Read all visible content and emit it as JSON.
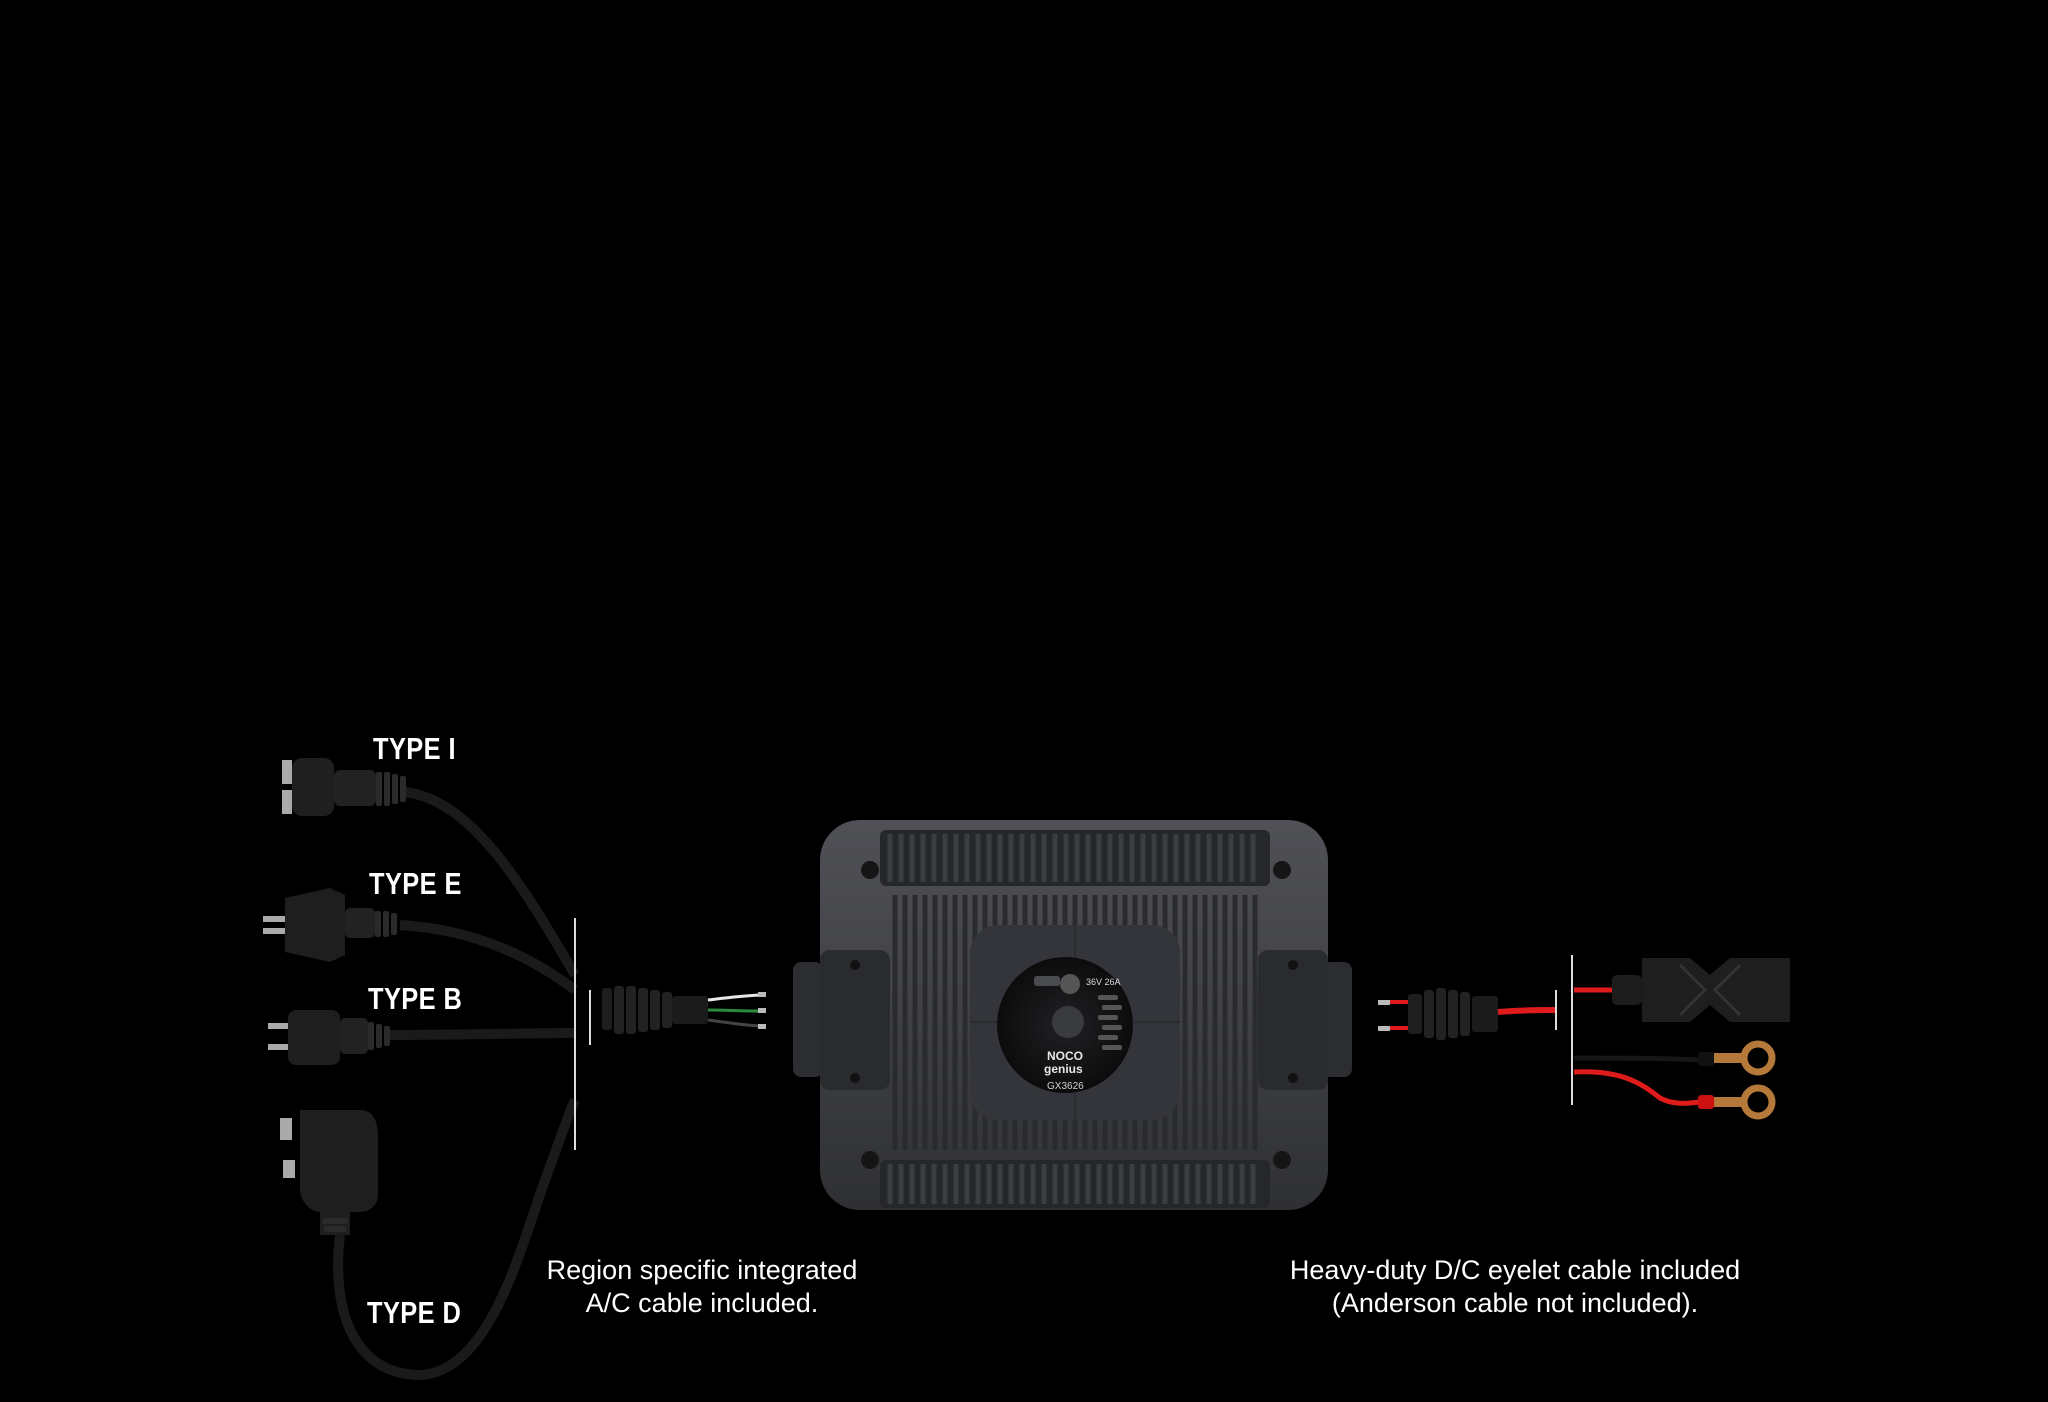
{
  "plugs": {
    "type_i": "TYPE I",
    "type_e": "TYPE E",
    "type_b": "TYPE B",
    "type_d": "TYPE D"
  },
  "captions": {
    "ac_line1": "Region specific integrated",
    "ac_line2": "A/C cable included.",
    "dc_line1": "Heavy-duty D/C eyelet cable included",
    "dc_line2": "(Anderson cable not included)."
  },
  "charger": {
    "brand": "NOCO",
    "product_line": "genius",
    "model": "GX3626",
    "rating": "36V 26A"
  },
  "colors": {
    "background": "#000000",
    "housing": "#3c3d40",
    "cable_positive": "#e01b1b",
    "cable_black": "#161616"
  }
}
